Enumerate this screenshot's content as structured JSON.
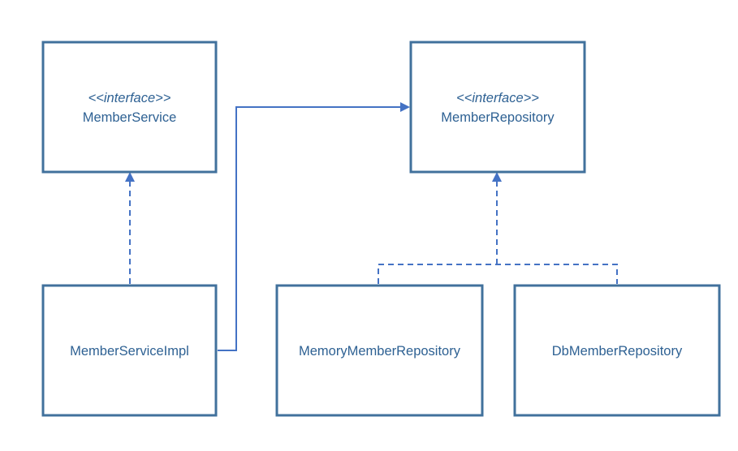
{
  "diagram": {
    "colors": {
      "box_border": "#41719C",
      "connector": "#4472C4",
      "text": "#2E6193",
      "background": "#FFFFFF"
    },
    "boxes": {
      "member_service": {
        "stereotype": "<<interface>>",
        "name": "MemberService"
      },
      "member_repository": {
        "stereotype": "<<interface>>",
        "name": "MemberRepository"
      },
      "member_service_impl": {
        "name": "MemberServiceImpl"
      },
      "memory_member_repository": {
        "name": "MemoryMemberRepository"
      },
      "db_member_repository": {
        "name": "DbMemberRepository"
      }
    },
    "relationships": [
      {
        "from": "MemberServiceImpl",
        "to": "MemberService",
        "kind": "realization",
        "line": "dashed"
      },
      {
        "from": "MemberServiceImpl",
        "to": "MemberRepository",
        "kind": "association",
        "line": "solid"
      },
      {
        "from": "MemoryMemberRepository",
        "to": "MemberRepository",
        "kind": "realization",
        "line": "dashed"
      },
      {
        "from": "DbMemberRepository",
        "to": "MemberRepository",
        "kind": "realization",
        "line": "dashed"
      }
    ]
  }
}
